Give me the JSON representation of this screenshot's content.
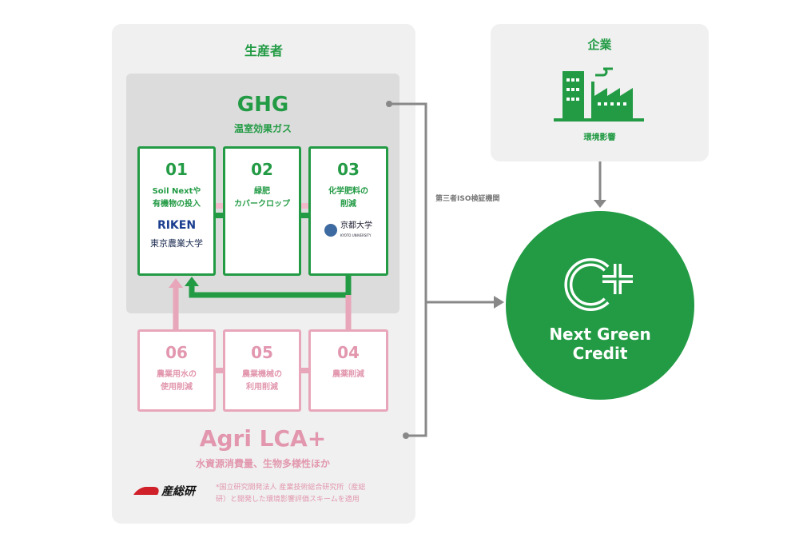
{
  "producer": {
    "title": "生産者",
    "ghg": {
      "title": "GHG",
      "subtitle": "温室効果ガス",
      "items": [
        {
          "num": "01",
          "label1": "Soil Nextや",
          "label2": "有機物の投入",
          "logos": [
            "RIKEN",
            "東京農業大学"
          ]
        },
        {
          "num": "02",
          "label1": "緑肥",
          "label2": "カバークロップ"
        },
        {
          "num": "03",
          "label1": "化学肥料の",
          "label2": "削減",
          "logos": [
            "京都大学",
            "KYOTO UNIVERSITY"
          ]
        }
      ]
    },
    "agri": {
      "items": [
        {
          "num": "06",
          "label1": "農業用水の",
          "label2": "使用削減"
        },
        {
          "num": "05",
          "label1": "農業機械の",
          "label2": "利用削減"
        },
        {
          "num": "04",
          "label1": "農薬削減",
          "label2": ""
        }
      ],
      "title": "Agri LCA+",
      "subtitle": "水資源消費量、生物多様性ほか",
      "note1": "*国立研究開発法人 産業技術総合研究所（産総",
      "note2": "研）と開発した環境影響評価スキームを適用",
      "logo": "産総研"
    }
  },
  "company": {
    "title": "企業",
    "label": "環境影響"
  },
  "verifier": "第三者ISO検証機関",
  "credit": {
    "line1": "Next Green",
    "line2": "Credit"
  },
  "colors": {
    "green": "#239b45",
    "pink": "#e297ae",
    "gray": "#888888"
  }
}
